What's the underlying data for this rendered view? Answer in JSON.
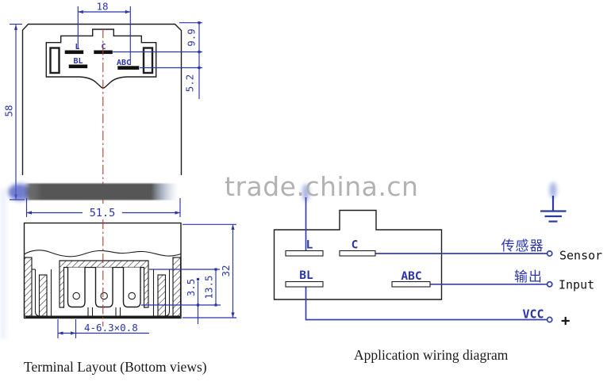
{
  "watermark": {
    "text": "trade.china.cn"
  },
  "top_view": {
    "dim_pin_span": "18",
    "dim_top_offset": "9.9",
    "dim_row_gap": "5.2",
    "dim_height": "58",
    "dim_width": "51.5",
    "terminal_l": "L",
    "terminal_c": "C",
    "terminal_bl": "BL",
    "terminal_abc": "ABC"
  },
  "bottom_view": {
    "caption": "Terminal Layout (Bottom views)",
    "dim_depth": "32",
    "dim_blade": "13.5",
    "dim_tip": "3.5",
    "dim_slots": "4-6.3×0.8"
  },
  "wiring": {
    "caption": "Application wiring diagram",
    "terminal_l": "L",
    "terminal_c": "C",
    "terminal_bl": "BL",
    "terminal_abc": "ABC",
    "sensor_cn": "传感器",
    "sensor_en": "Sensor",
    "output_cn": "输出",
    "output_en": "Input",
    "vcc": "VCC",
    "plus": "+"
  },
  "colors": {
    "dimension_blue": "#2b35a8",
    "wire_blue": "#3440a8",
    "line_black": "#1d1d1d",
    "centerline_red": "#b03a36",
    "watermark_gray": "#b2b2b2",
    "base_bar_gray": "#575757"
  }
}
